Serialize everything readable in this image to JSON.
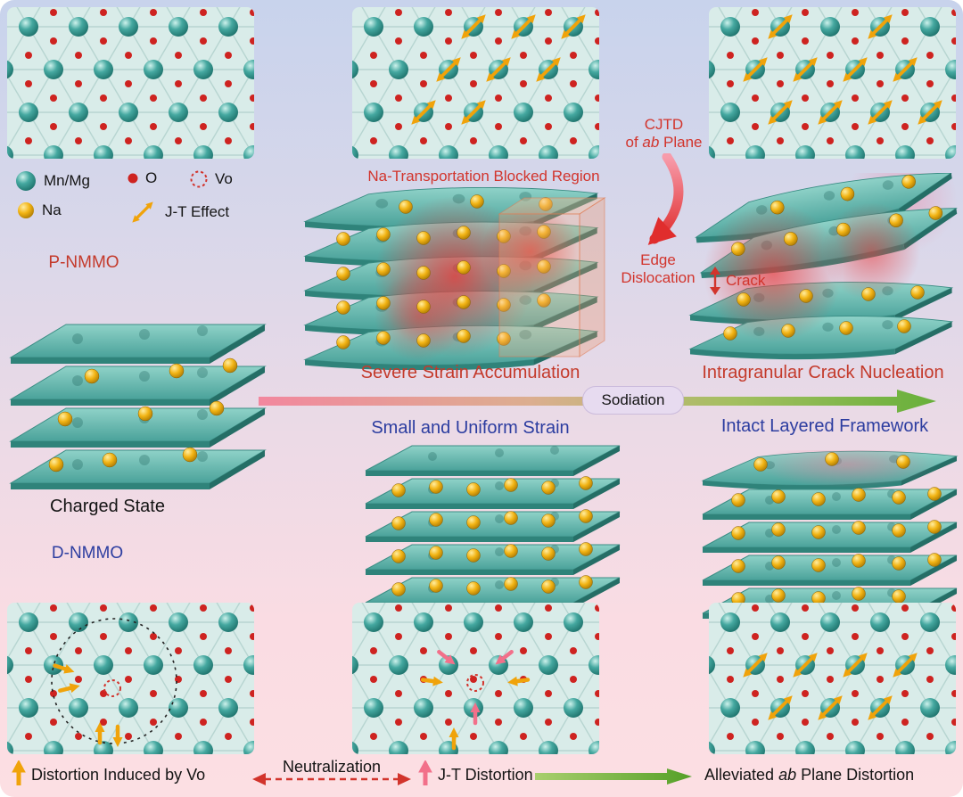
{
  "legend": {
    "mn_mg": "Mn/Mg",
    "o": "O",
    "vo": "Vo",
    "na": "Na",
    "jt_effect": "J-T Effect",
    "icons": {
      "mn_mg": "teal-sphere",
      "o": "red-dot",
      "vo": "dashed-red-circle",
      "na": "gold-sphere",
      "jt_effect": "gold-double-arrow"
    }
  },
  "p_row": {
    "label": "P-NMMO",
    "blocked_region": "Na-Transportation Blocked Region",
    "cjtd": {
      "line1": "CJTD",
      "of": "of ",
      "ab": "ab",
      "plane": " Plane"
    },
    "edge_dislocation": "Edge Dislocation",
    "crack": "Crack",
    "strain_caption": "Severe Strain Accumulation",
    "crack_caption": "Intragranular Crack Nucleation"
  },
  "middle": {
    "charged_state": "Charged State",
    "sodiation": "Sodiation"
  },
  "d_row": {
    "label": "D-NMMO",
    "strain_caption": "Small and Uniform Strain",
    "framework_caption": "Intact Layered Framework"
  },
  "footer": {
    "distortion_vo": "Distortion Induced by Vo",
    "neutralization": "Neutralization",
    "jt_distortion": "J-T Distortion",
    "alleviated": {
      "pre": "Alleviated ",
      "ab": "ab",
      "post": " Plane Distortion"
    }
  },
  "colors": {
    "red_caption": "#c43a2b",
    "red_label": "#d2342c",
    "blue_label": "#2c3da0",
    "teal_sphere": "#2f8f87",
    "gold_na": "#f2b414",
    "pink_arrow": "#f2708a",
    "gold_arrow": "#f0a30a",
    "green_arrow": "#55a028",
    "background_top": "#c8d3ec",
    "background_bottom": "#fcdfe3"
  }
}
